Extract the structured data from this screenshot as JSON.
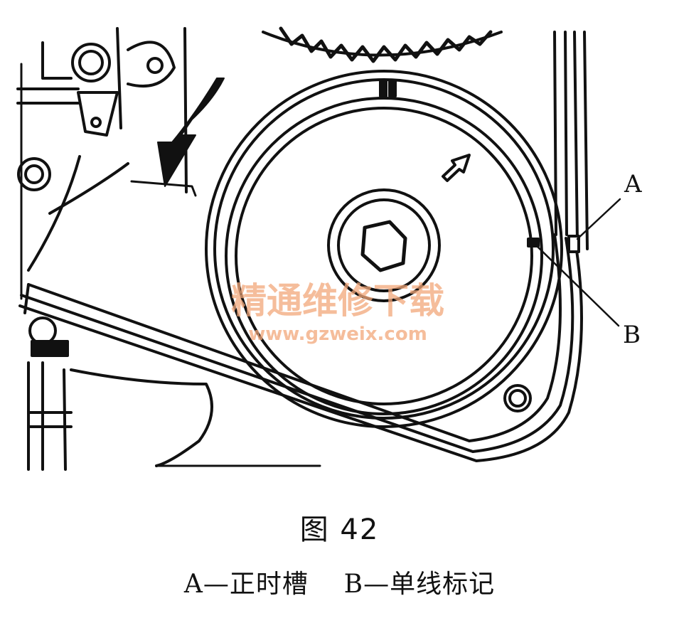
{
  "callouts": {
    "a": "A",
    "b": "B"
  },
  "watermark": {
    "cn": "精通维修下载",
    "url": "www.gzweix.com",
    "color": "#f2a77a"
  },
  "caption": {
    "figure": "图 42",
    "legend_a": "A—正时槽",
    "legend_b": "B—单线标记"
  },
  "colors": {
    "ink": "#111111",
    "paper": "#ffffff"
  }
}
